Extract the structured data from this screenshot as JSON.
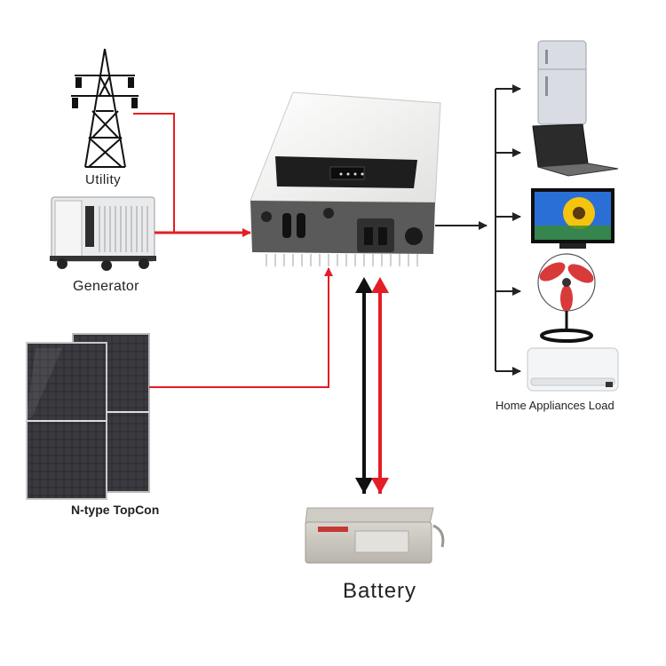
{
  "labels": {
    "utility": "Utility",
    "generator": "Generator",
    "panels": "N-type TopCon",
    "battery": "Battery",
    "home_appliances": "Home Appliances Load"
  },
  "colors": {
    "ac_input_line": "#e31e24",
    "pv_line": "#e31e24",
    "battery_charge_arrow": "#e31e24",
    "battery_discharge_arrow": "#111111",
    "load_line": "#222222",
    "inverter_body": "#f4f4f2",
    "inverter_panel": "#555555"
  },
  "icons": {
    "utility": "transmission-tower-icon",
    "generator": "generator-icon",
    "panels": "solar-panel-icon",
    "inverter": "hybrid-inverter-icon",
    "battery": "battery-icon",
    "loads": [
      "refrigerator-icon",
      "laptop-icon",
      "television-icon",
      "fan-icon",
      "air-conditioner-icon"
    ]
  }
}
